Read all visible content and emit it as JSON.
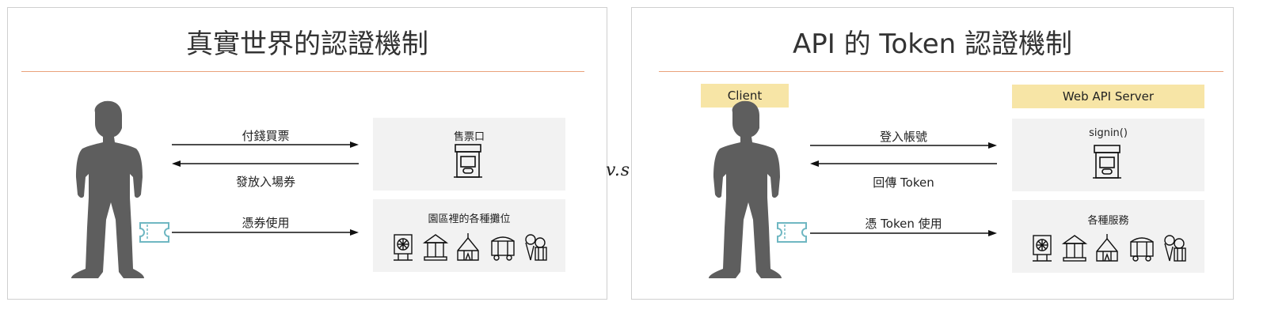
{
  "left_panel": {
    "title": "真實世界的認證機制",
    "arrows": {
      "buy_ticket": "付錢買票",
      "issue_ticket": "發放入場券",
      "use_ticket": "憑券使用"
    },
    "boxes": {
      "ticket_booth": "售票口",
      "park_stalls": "園區裡的各種攤位"
    }
  },
  "right_panel": {
    "title": "API 的 Token 認證機制",
    "client_tag": "Client",
    "server_tag": "Web API Server",
    "arrows": {
      "login": "登入帳號",
      "return_token": "回傳 Token",
      "use_token": "憑 Token 使用"
    },
    "boxes": {
      "signin": "signin()",
      "services": "各種服務"
    }
  },
  "vs_label": "v.s.",
  "colors": {
    "rule": "#e9a27b",
    "box_bg": "#f2f2f2",
    "tag_bg": "#f7e5a6",
    "person": "#5e5e5e",
    "ticket": "#6fb7c2"
  },
  "icons": [
    "person-silhouette-icon",
    "ticket-icon",
    "ticket-booth-icon",
    "ferris-wheel-sign-icon",
    "carousel-icon",
    "circus-tent-icon",
    "food-cart-icon",
    "ice-cream-icon"
  ]
}
